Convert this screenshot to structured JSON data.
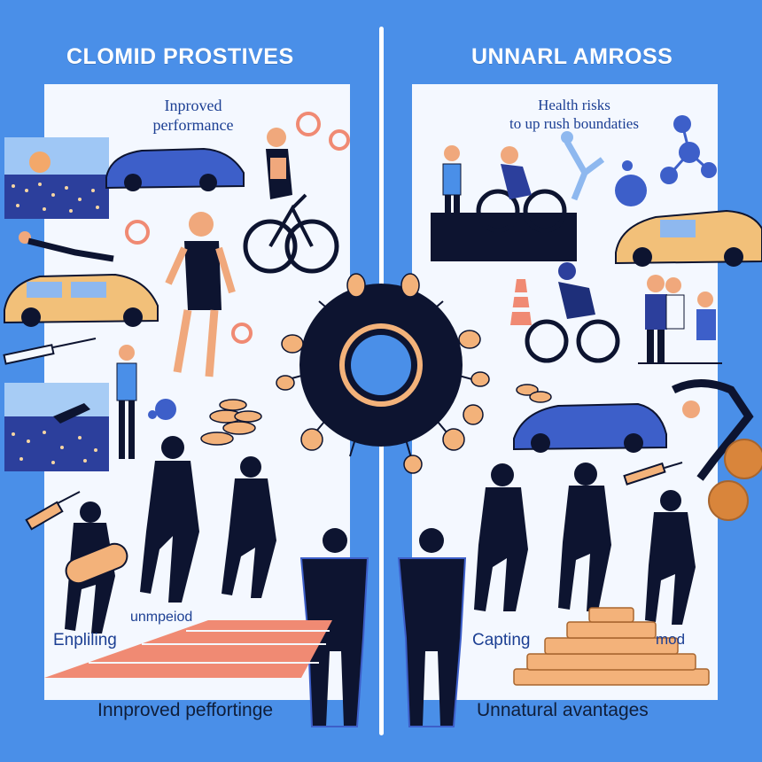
{
  "left": {
    "title": "CLOMID PROSTIVES",
    "subtitle": "Inproved\nperformance",
    "caption_left": "Enpliling",
    "caption_mid": "unmpeiod",
    "footer": "Innproved peffortinge"
  },
  "right": {
    "title": "UNNARL AMROSS",
    "subtitle": "Health risks\nto up rush boundaties",
    "caption_left": "Capting",
    "caption_right": "mod",
    "footer": "Unnatural avantages"
  },
  "colors": {
    "background": "#4a8fe8",
    "panel": "#f4f8ff",
    "silhouette": "#0d1430",
    "accent_orange": "#f3b27a",
    "car_blue": "#3d5fc9",
    "car_tan": "#f2c079",
    "track": "#f08a73"
  }
}
